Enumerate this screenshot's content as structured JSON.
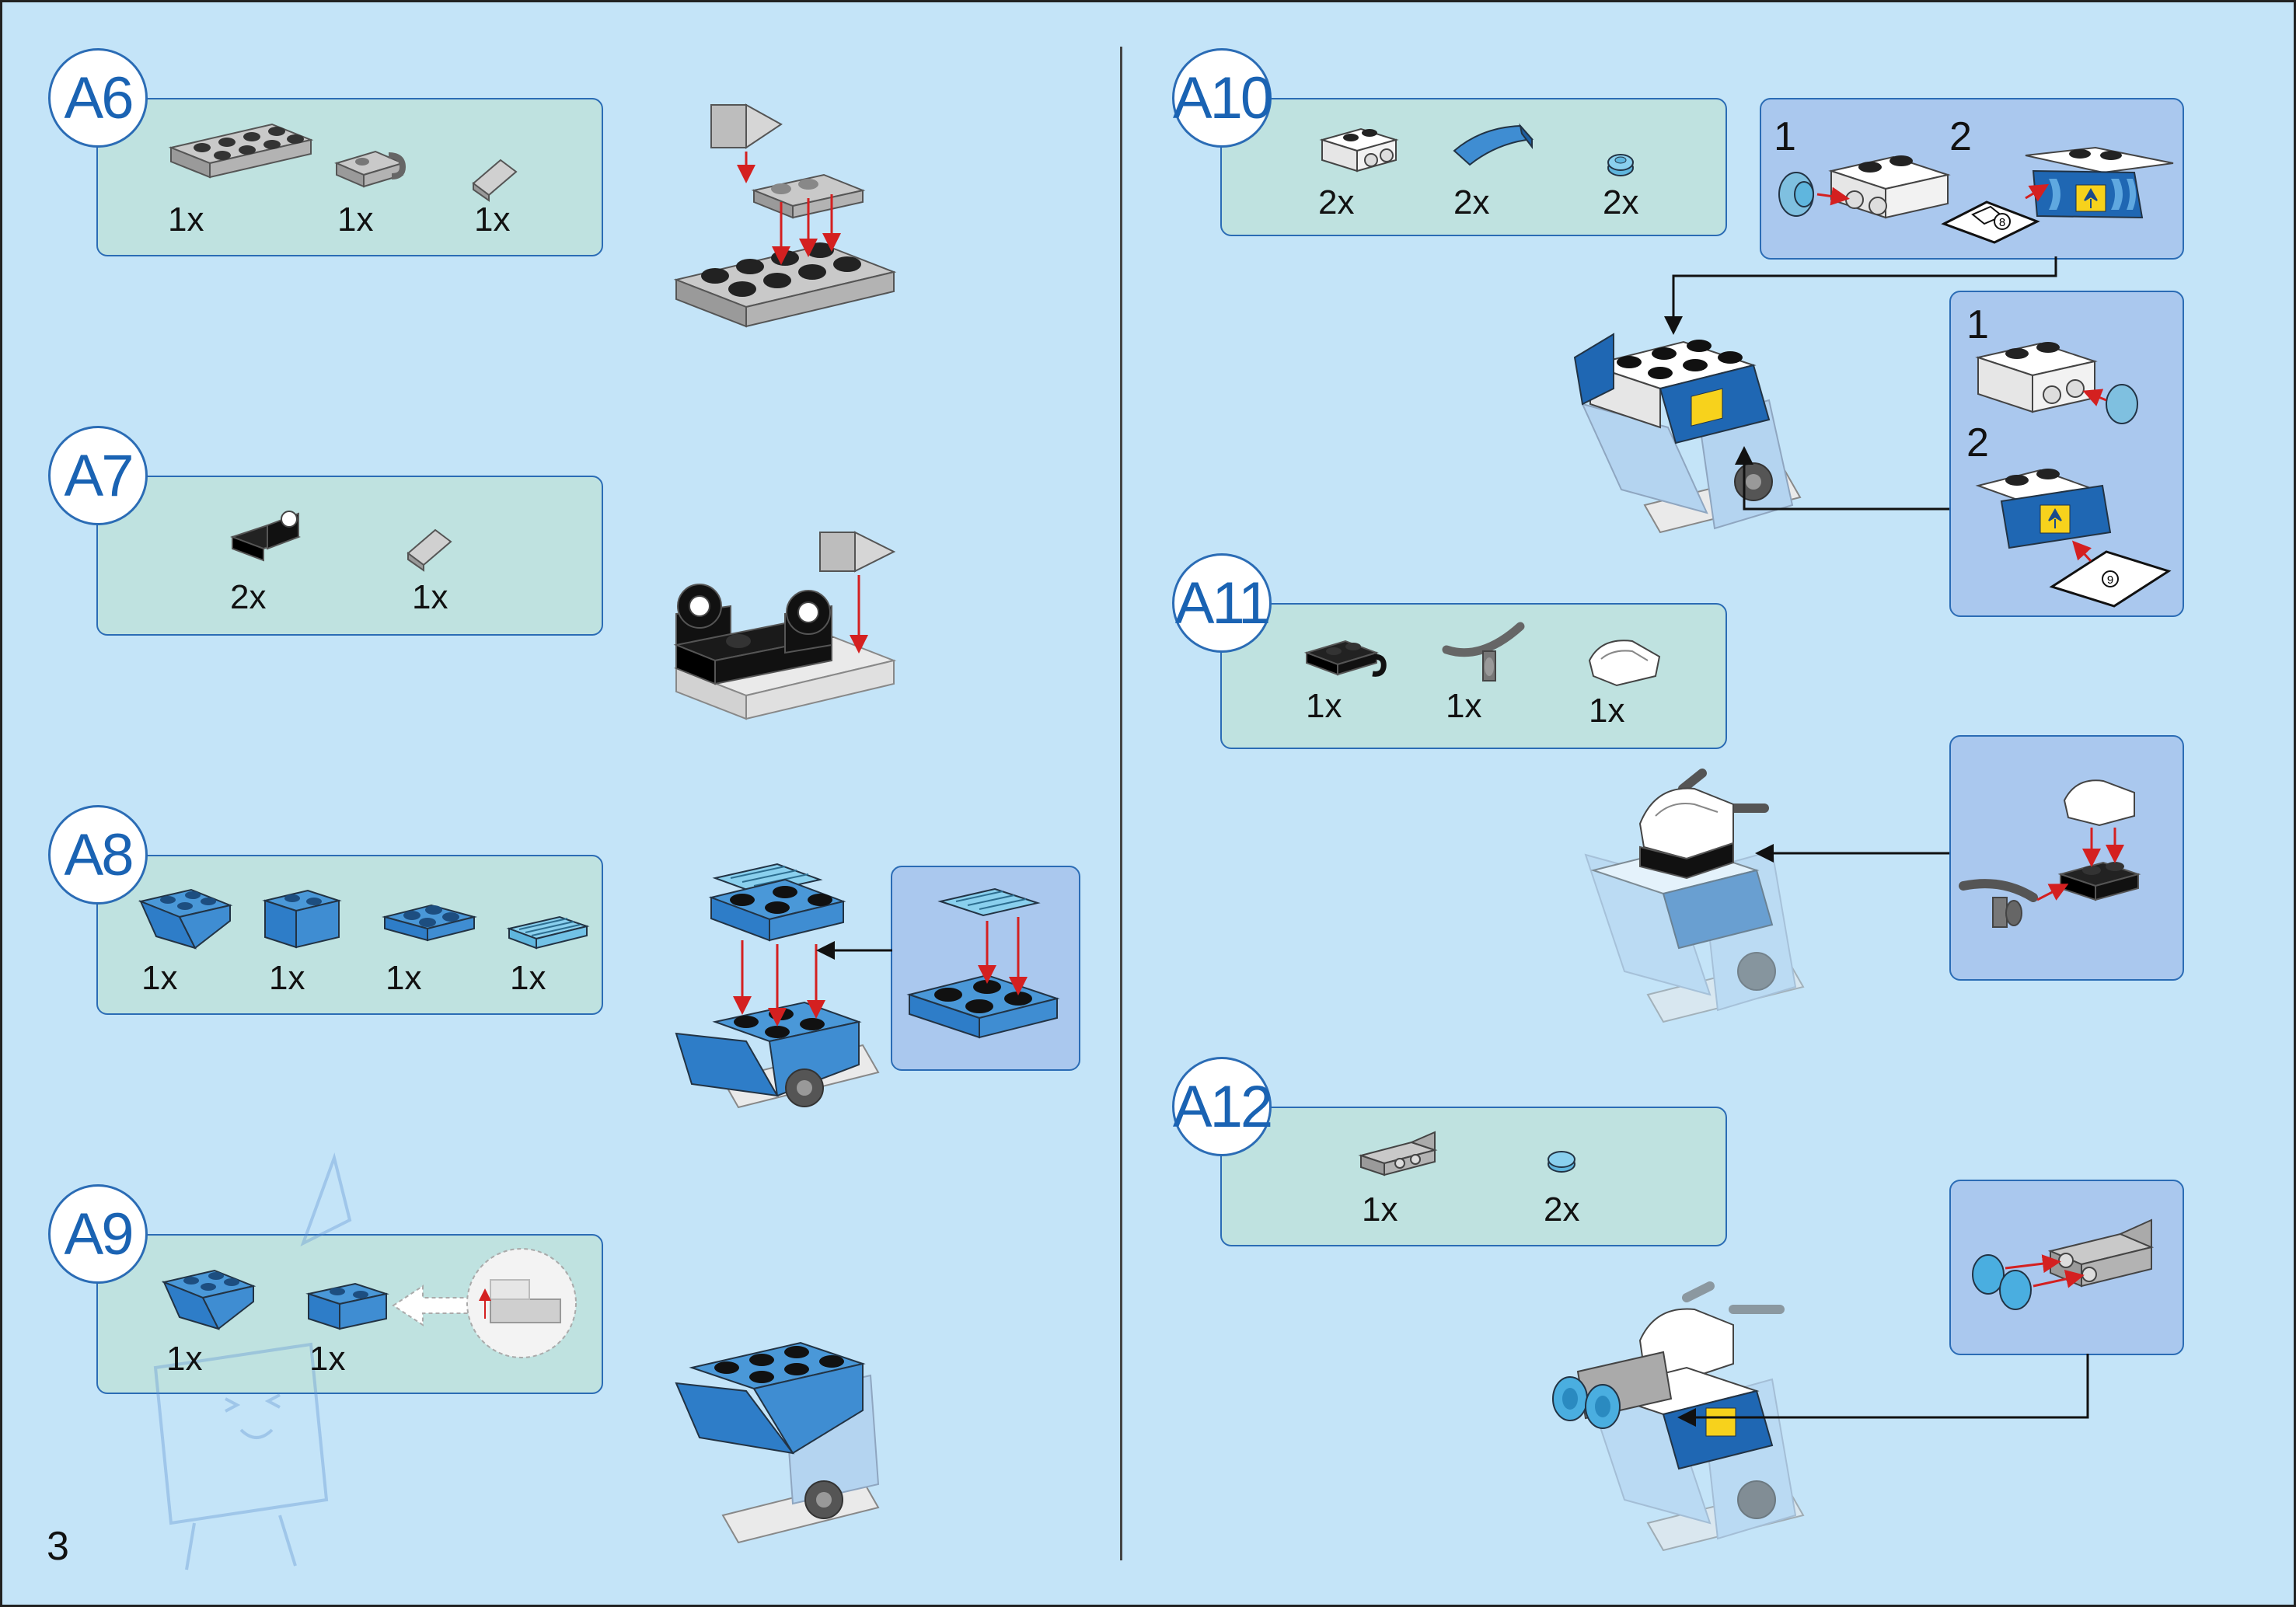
{
  "page_number": "3",
  "steps": [
    {
      "id": "A6",
      "parts": [
        {
          "qty": "1x",
          "icon": "gray-2x4-plate"
        },
        {
          "qty": "1x",
          "icon": "gray-clip-plate"
        },
        {
          "qty": "1x",
          "icon": "gray-slope-tile"
        }
      ]
    },
    {
      "id": "A7",
      "parts": [
        {
          "qty": "2x",
          "icon": "black-bracket-plate"
        },
        {
          "qty": "1x",
          "icon": "gray-slope-tile"
        }
      ]
    },
    {
      "id": "A8",
      "parts": [
        {
          "qty": "1x",
          "icon": "blue-inverted-slope"
        },
        {
          "qty": "1x",
          "icon": "blue-1x2-brick"
        },
        {
          "qty": "1x",
          "icon": "blue-2x2-plate"
        },
        {
          "qty": "1x",
          "icon": "trans-grille-tile"
        }
      ]
    },
    {
      "id": "A9",
      "parts": [
        {
          "qty": "1x",
          "icon": "blue-inverted-slope"
        },
        {
          "qty": "1x",
          "icon": "blue-1x2-brick"
        }
      ]
    },
    {
      "id": "A10",
      "parts": [
        {
          "qty": "2x",
          "icon": "white-bracket-plate"
        },
        {
          "qty": "2x",
          "icon": "blue-curved-slope"
        },
        {
          "qty": "2x",
          "icon": "trans-round-plate"
        }
      ],
      "sub_a": [
        "1",
        "2"
      ],
      "sub_b": [
        "1",
        "2"
      ],
      "stickers": [
        "8",
        "9"
      ]
    },
    {
      "id": "A11",
      "parts": [
        {
          "qty": "1x",
          "icon": "black-clip-plate"
        },
        {
          "qty": "1x",
          "icon": "gray-handlebar"
        },
        {
          "qty": "1x",
          "icon": "white-seat"
        }
      ]
    },
    {
      "id": "A12",
      "parts": [
        {
          "qty": "1x",
          "icon": "gray-bracket-plate"
        },
        {
          "qty": "2x",
          "icon": "trans-round-tile"
        }
      ]
    }
  ],
  "colors": {
    "background": "#c4e4f8",
    "parts_panel": "#bfe2e0",
    "inset": "#aac8ee",
    "outline": "#2b6cb5",
    "arrow": "#d42020"
  }
}
